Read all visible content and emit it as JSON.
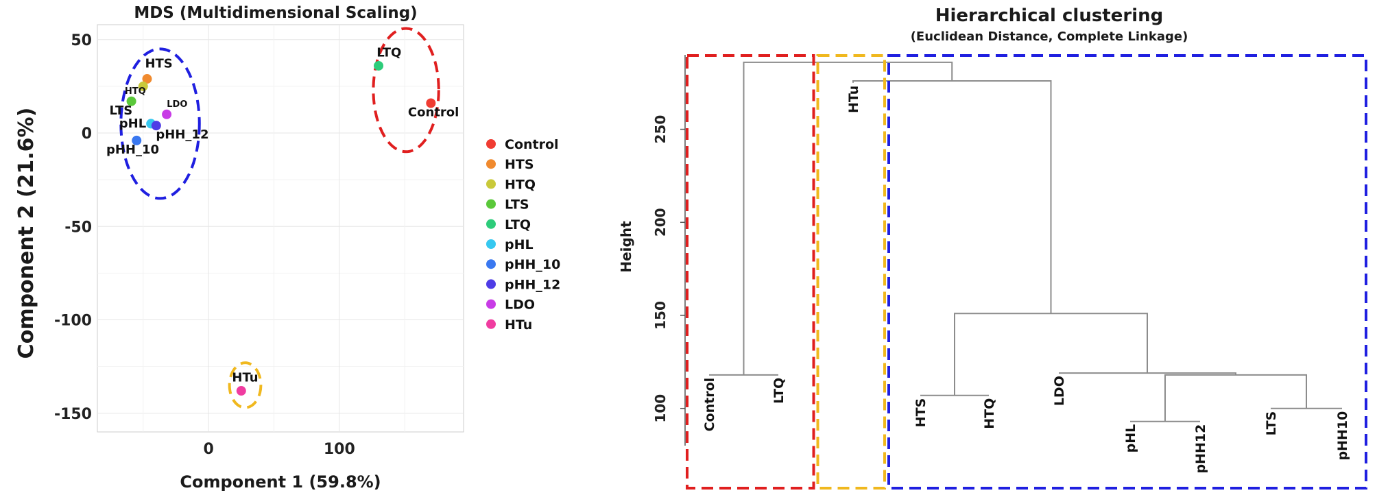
{
  "chart_data": [
    {
      "type": "scatter",
      "title": "MDS (Multidimensional Scaling)",
      "xlabel": "Component 1 (59.8%)",
      "ylabel": "Component 2 (21.6%)",
      "xlim": [
        -85,
        195
      ],
      "ylim": [
        -160,
        58
      ],
      "xticks": [
        0,
        100
      ],
      "yticks": [
        50,
        0,
        -50,
        -100,
        -150
      ],
      "grid": true,
      "legend_position": "right",
      "series": [
        {
          "name": "Control",
          "color": "#f03c32",
          "x": 170,
          "y": 16
        },
        {
          "name": "HTS",
          "color": "#f08a2e",
          "x": -47,
          "y": 29
        },
        {
          "name": "HTQ",
          "color": "#c9c93a",
          "x": -50,
          "y": 25
        },
        {
          "name": "LTS",
          "color": "#5ac83a",
          "x": -59,
          "y": 17
        },
        {
          "name": "LTQ",
          "color": "#2dcc7a",
          "x": 130,
          "y": 36
        },
        {
          "name": "pHL",
          "color": "#36c8f0",
          "x": -44,
          "y": 5
        },
        {
          "name": "pHH_10",
          "color": "#3a78f0",
          "x": -55,
          "y": -4
        },
        {
          "name": "pHH_12",
          "color": "#4e3ce6",
          "x": -40,
          "y": 4
        },
        {
          "name": "LDO",
          "color": "#c83ce6",
          "x": -32,
          "y": 10
        },
        {
          "name": "HTu",
          "color": "#f03ca0",
          "x": 25,
          "y": -138
        }
      ],
      "annotations": [
        {
          "text": "HTS",
          "x": -38,
          "y": 35
        },
        {
          "text": "HTQ",
          "x": -56,
          "y": 21
        },
        {
          "text": "LDO",
          "x": -24,
          "y": 14
        },
        {
          "text": "LTS",
          "x": -67,
          "y": 10
        },
        {
          "text": "pHL",
          "x": -58,
          "y": 3
        },
        {
          "text": "pHH_12",
          "x": -20,
          "y": -3
        },
        {
          "text": "pHH_10",
          "x": -58,
          "y": -11
        },
        {
          "text": "LTQ",
          "x": 138,
          "y": 41
        },
        {
          "text": "Control",
          "x": 172,
          "y": 9
        },
        {
          "text": "HTu",
          "x": 28,
          "y": -133
        }
      ],
      "cluster_ellipses": [
        {
          "color": "#1f1fe0",
          "cx": -37,
          "cy": 5,
          "rx": 30,
          "ry": 40
        },
        {
          "color": "#e01f1f",
          "cx": 151,
          "cy": 23,
          "rx": 25,
          "ry": 33
        },
        {
          "color": "#f0b81e",
          "cx": 28,
          "cy": -135,
          "rx": 12,
          "ry": 12
        }
      ]
    },
    {
      "type": "dendrogram",
      "title": "Hierarchical clustering",
      "subtitle": "(Euclidean Distance, Complete Linkage)",
      "ylabel": "Height",
      "ylim": [
        80,
        290
      ],
      "yticks": [
        100,
        150,
        200,
        250
      ],
      "leaves": [
        "Control",
        "LTQ",
        "HTu",
        "HTS",
        "HTQ",
        "LDO",
        "pHL",
        "pHH12",
        "LTS",
        "pHH10"
      ],
      "leaf_heights": [
        118,
        118,
        275,
        107,
        107,
        119,
        93,
        93,
        100,
        100
      ],
      "merges": [
        {
          "left": "pHL",
          "right": "pHH12",
          "height": 93
        },
        {
          "left": "LTS",
          "right": "pHH10",
          "height": 100
        },
        {
          "left": "HTS",
          "right": "HTQ",
          "height": 107
        },
        {
          "left": "pHL+pHH12",
          "right": "LTS+pHH10",
          "height": 118
        },
        {
          "left": "Control",
          "right": "LTQ",
          "height": 118
        },
        {
          "left": "LDO",
          "right": "pHL+pHH12+LTS+pHH10",
          "height": 119
        },
        {
          "left": "HTS+HTQ",
          "right": "LDO+pHL+pHH12+LTS+pHH10",
          "height": 151
        },
        {
          "left": "HTu",
          "right": "HTS+HTQ+LDO+pHL+pHH12+LTS+pHH10",
          "height": 276
        },
        {
          "left": "Control+LTQ",
          "right": "HTu+HTS+HTQ+LDO+pHL+pHH12+LTS+pHH10",
          "height": 286
        }
      ],
      "cluster_boxes": [
        {
          "color": "#e01f1f",
          "leaves": [
            "Control",
            "LTQ"
          ]
        },
        {
          "color": "#f0b81e",
          "leaves": [
            "HTu"
          ]
        },
        {
          "color": "#1f1fe0",
          "leaves": [
            "HTS",
            "HTQ",
            "LDO",
            "pHL",
            "pHH12",
            "LTS",
            "pHH10"
          ]
        }
      ]
    }
  ]
}
